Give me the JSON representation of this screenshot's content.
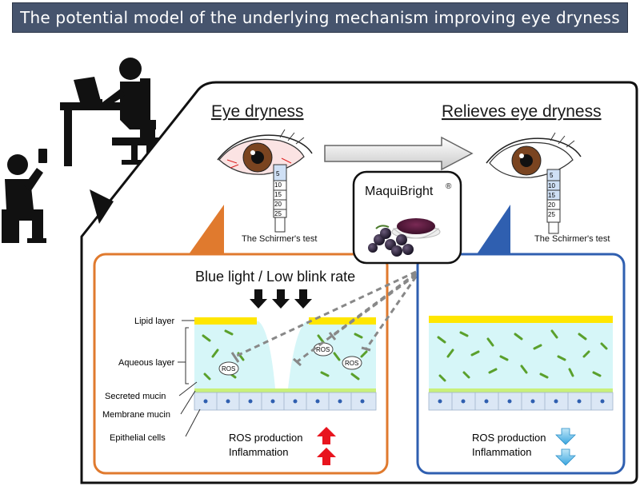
{
  "title": "The potential model of the underlying mechanism improving eye dryness",
  "left_state": {
    "heading": "Eye dryness",
    "test_label": "The Schirmer's test",
    "strip_ticks": [
      "5",
      "10",
      "15",
      "20",
      "25"
    ]
  },
  "right_state": {
    "heading": "Relieves eye dryness",
    "test_label": "The Schirmer's test",
    "strip_ticks": [
      "5",
      "10",
      "15",
      "20",
      "25"
    ]
  },
  "product": {
    "name": "MaquiBright",
    "trademark": "®"
  },
  "left_panel": {
    "trigger": "Blue light / Low blink rate",
    "layer_labels": {
      "lipid": "Lipid layer",
      "aqueous": "Aqueous layer",
      "secreted_mucin": "Secreted mucin",
      "membrane_mucin": "Membrane mucin",
      "epithelial": "Epithelial cells"
    },
    "ros_tag": "ROS",
    "outcomes": [
      "ROS production",
      "Inflammation"
    ],
    "outcome_direction": "up",
    "accent_color": "#e07a2e",
    "arrow_color": "#e8141e"
  },
  "right_panel": {
    "outcomes": [
      "ROS production",
      "Inflammation"
    ],
    "outcome_direction": "down",
    "accent_color": "#2f5fb0",
    "arrow_color": "#3aa6e0"
  },
  "colors": {
    "lipid": "#ffe600",
    "aqueous": "#d6f6f8",
    "mucin_fragment": "#5aa02c",
    "mucin_line": "#c9f07a",
    "epithelial": "#dbe7f5"
  }
}
